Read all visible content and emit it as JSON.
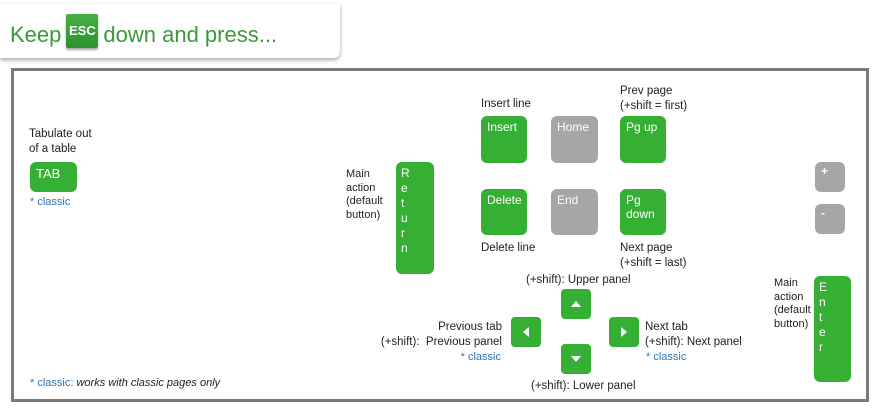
{
  "header": {
    "prefix": "Keep",
    "key": "ESC",
    "suffix": "down and press..."
  },
  "tab": {
    "description": "Tabulate out\nof a table",
    "key": "TAB",
    "note": "* classic"
  },
  "return": {
    "description": "Main\naction\n(default\nbutton)",
    "key": "R\ne\nt\nu\nr\nn"
  },
  "insert": {
    "description": "Insert line",
    "key": "Insert"
  },
  "home": {
    "key": "Home"
  },
  "pgup": {
    "description": "Prev page\n(+shift = first)",
    "key": "Pg up"
  },
  "delete": {
    "description": "Delete line",
    "key": "Delete"
  },
  "end": {
    "key": "End"
  },
  "pgdown": {
    "description": "Next page\n(+shift = last)",
    "key": "Pg\ndown"
  },
  "arrows": {
    "up_label": "(+shift): Upper panel",
    "down_label": "(+shift): Lower panel",
    "left_label": "Previous tab\n(+shift):  Previous panel",
    "left_note": "* classic",
    "right_label": "Next tab\n(+shift): Next panel",
    "right_note": "* classic"
  },
  "zoom": {
    "plus": "+",
    "minus": "-"
  },
  "enter": {
    "description": "Main\naction\n(default\nbutton)",
    "key": "E\nn\nt\ne\nr"
  },
  "footnote": {
    "marker": "* classic:",
    "text": "works with classic pages only"
  },
  "colors": {
    "key_green": "#35b035",
    "key_gray": "#a6a6a6",
    "header_green": "#3a9a3a",
    "classic_blue": "#2e75b6"
  }
}
